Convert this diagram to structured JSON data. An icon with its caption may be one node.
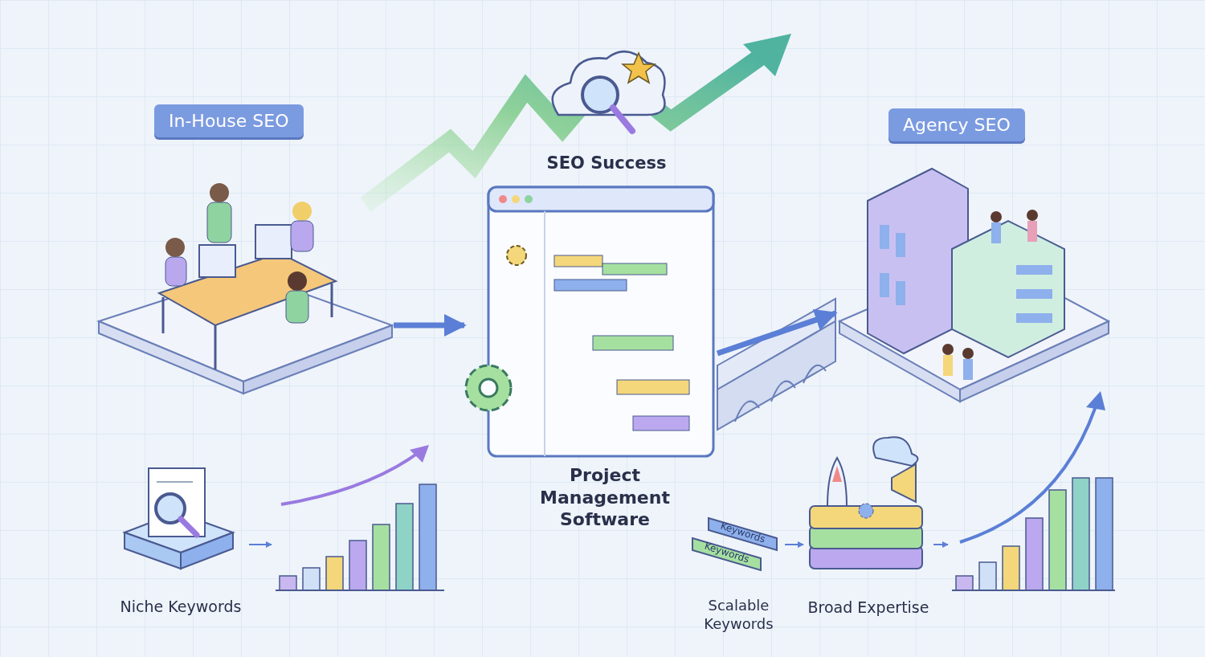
{
  "diagram": {
    "nodes": [
      {
        "text": [
          "In-House SEO"
        ]
      },
      {
        "text": [
          "Project Management Software"
        ]
      },
      {
        "text": [
          "Agency SEO"
        ]
      },
      {
        "text": [
          "SEO Success"
        ]
      },
      {
        "text": [
          "Niche Keywords"
        ]
      },
      {
        "text": [],
        "shape": "picture"
      },
      {
        "text": [
          "Keywords",
          "Keywords",
          "Scalable Keywords"
        ]
      },
      {
        "text": [
          "Broad Expertise"
        ]
      },
      {
        "text": [],
        "shape": "picture"
      }
    ],
    "edges": [
      {
        "from": 0,
        "to": 1,
        "arrow": "to",
        "style": "thick"
      },
      {
        "from": 1,
        "to": 2,
        "arrow": "to",
        "style": "thick"
      },
      {
        "from": 4,
        "to": 5,
        "arrow": "to"
      },
      {
        "from": 6,
        "to": 7,
        "arrow": "to"
      },
      {
        "from": 7,
        "to": 8,
        "arrow": "to"
      }
    ]
  }
}
